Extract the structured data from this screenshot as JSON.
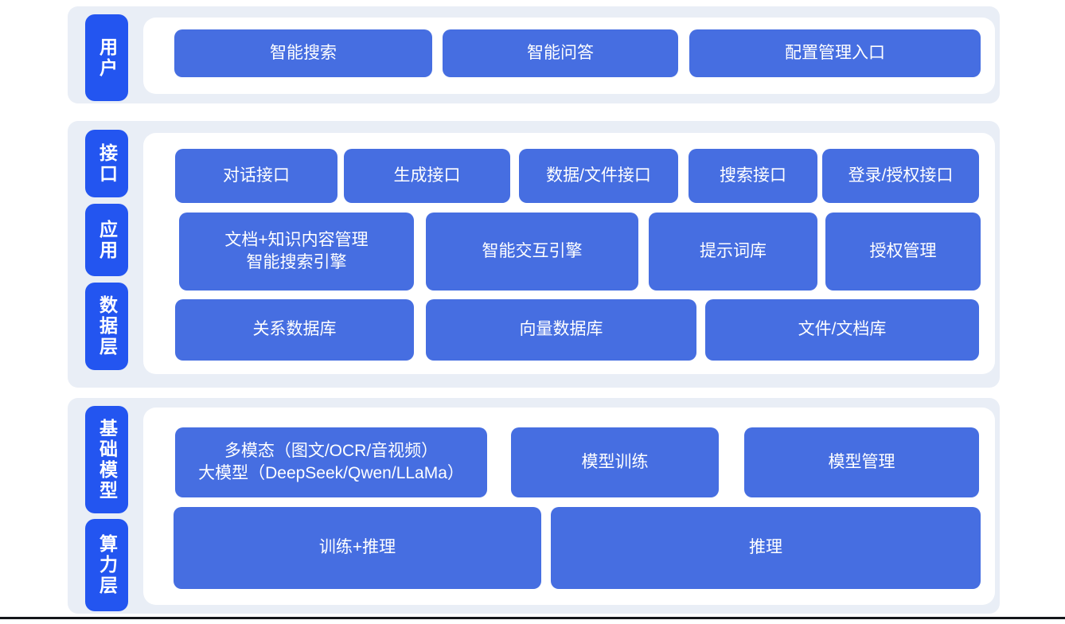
{
  "colors": {
    "page_background": "#ffffff",
    "panel_background": "#e9eef6",
    "card_background": "#ffffff",
    "side_label_blue": "#2355f0",
    "box_blue": "#466ee1",
    "box_text": "#ffffff",
    "footer_bar": "#14161a"
  },
  "sections": [
    {
      "labels": [
        "用户"
      ],
      "rows": [
        [
          "智能搜索",
          "智能问答",
          "配置管理入口"
        ]
      ]
    },
    {
      "labels": [
        "接口",
        "应用",
        "数据层"
      ],
      "rows": [
        [
          "对话接口",
          "生成接口",
          "数据/文件接口",
          "搜索接口",
          "登录/授权接口"
        ],
        [
          "文档+知识内容管理\n智能搜索引擎",
          "智能交互引擎",
          "提示词库",
          "授权管理"
        ],
        [
          "关系数据库",
          "向量数据库",
          "文件/文档库"
        ]
      ]
    },
    {
      "labels": [
        "基础模型",
        "算力层"
      ],
      "rows": [
        [
          "多模态（图文/OCR/音视频）\n大模型（DeepSeek/Qwen/LLaMa）",
          "模型训练",
          "模型管理"
        ],
        [
          "训练+推理",
          "推理"
        ]
      ]
    }
  ]
}
